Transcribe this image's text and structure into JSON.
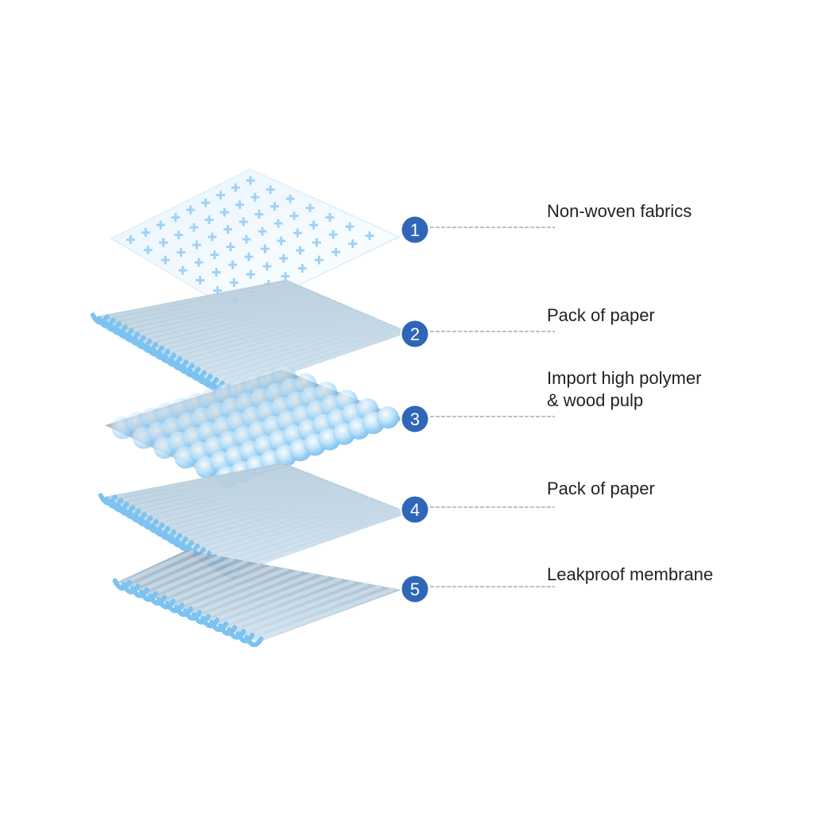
{
  "colors": {
    "badge": "#2f66b8",
    "layer_light": "#cfe9fb",
    "layer_blue": "#7cc3f2",
    "layer_shadow": "#8ea4b4",
    "dash": "#9a9a9a",
    "text": "#222222"
  },
  "layers": [
    {
      "number": "1",
      "label": "Non-woven fabrics",
      "texture": "cross-pattern-sheet"
    },
    {
      "number": "2",
      "label": "Pack of paper",
      "texture": "wave-fibers"
    },
    {
      "number": "3",
      "label_line1": "Import high polymer",
      "label_line2": "& wood pulp",
      "texture": "spheres"
    },
    {
      "number": "4",
      "label": "Pack of paper",
      "texture": "wave-fibers"
    },
    {
      "number": "5",
      "label": "Leakproof membrane",
      "texture": "wave-fibers"
    }
  ]
}
